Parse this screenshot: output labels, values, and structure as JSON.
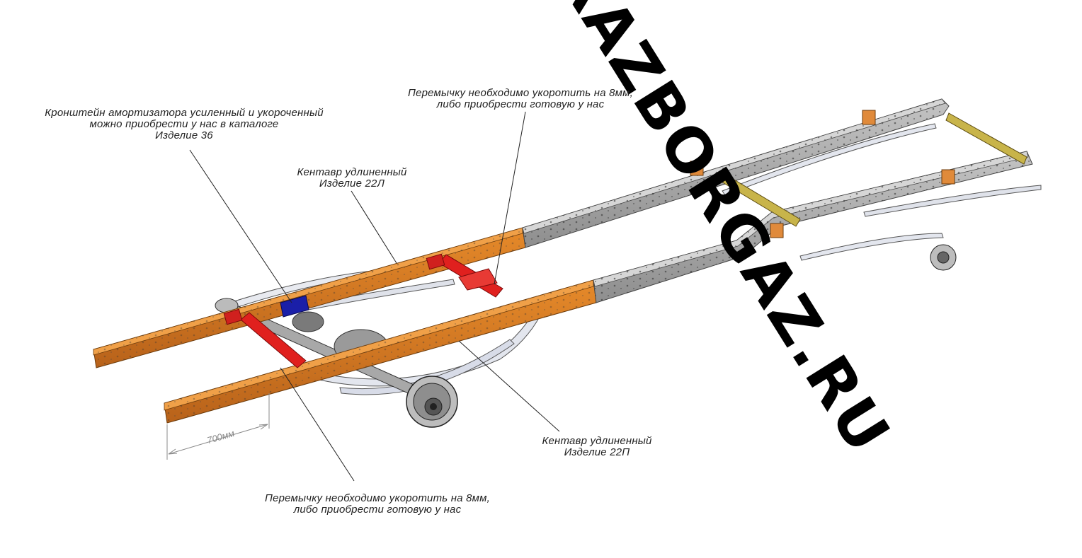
{
  "callouts": {
    "bracket": {
      "line1": "Кронштейн амортизатора усиленный и укороченный",
      "line2": "можно приобрести у нас в каталоге",
      "line3": "Изделие 36"
    },
    "crossbar_top": {
      "line1": "Перемычку необходимо укоротить на 8мм,",
      "line2": "либо приобрести готовую у нас"
    },
    "kentavr_left": {
      "line1": "Кентавр удлиненный",
      "line2": "Изделие 22Л"
    },
    "kentavr_right": {
      "line1": "Кентавр удлиненный",
      "line2": "Изделие 22П"
    },
    "crossbar_bottom": {
      "line1": "Перемычку необходимо укоротить на 8мм,",
      "line2": "либо приобрести готовую у нас"
    }
  },
  "dimension": {
    "label": "700мм"
  },
  "watermark": {
    "text": "RAZBORGAZ.RU"
  },
  "colors": {
    "extension_rail": "#d37a1e",
    "original_rail": "#a9a9a9",
    "crossbar": "#e0201e",
    "bracket_36": "#1a1fa8",
    "front_axle": "#c8b44a",
    "spring": "#d8dce8"
  }
}
